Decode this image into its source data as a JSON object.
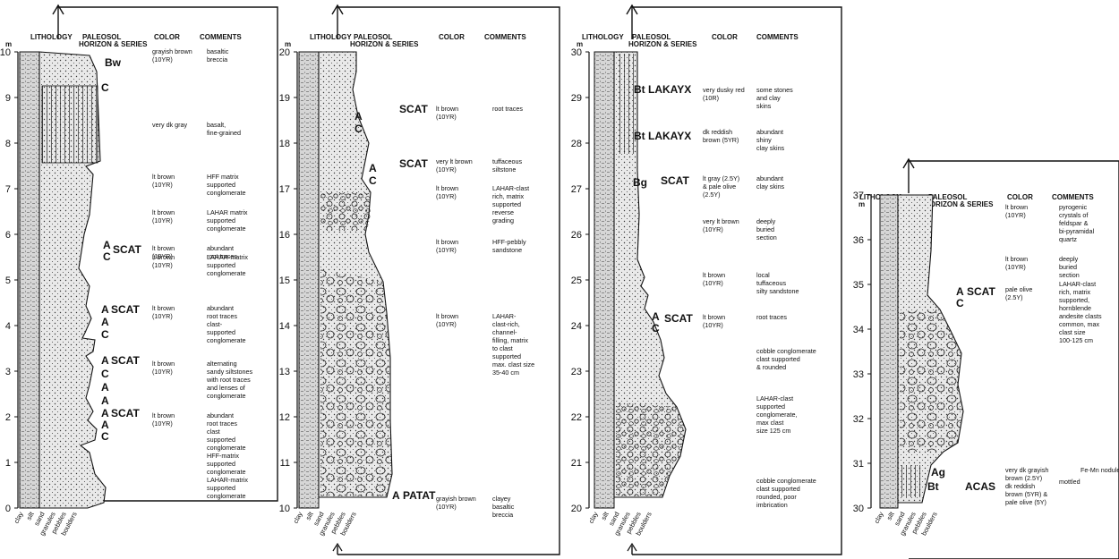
{
  "colors": {
    "ink": "#111111",
    "paper": "#ffffff",
    "fill": "#e9e9e9",
    "lithfill": "#dcdcdc"
  },
  "headers": {
    "lithology": "LITHOLOGY",
    "paleosol": "PALEOSOL",
    "horizon": "HORIZON & SERIES",
    "color": "COLOR",
    "comments": "COMMENTS",
    "unit": "m"
  },
  "grain_sizes": [
    "clay",
    "silt",
    "sand",
    "granules",
    "pebbles",
    "boulders"
  ],
  "sections": [
    {
      "ticks": [
        "10",
        "9",
        "8",
        "7",
        "6",
        "5",
        "4",
        "3",
        "2",
        "1",
        "0"
      ],
      "horizons": [
        {
          "text": "Bw"
        },
        {
          "text": "C"
        },
        {
          "text": "A"
        },
        {
          "text": "C"
        },
        {
          "text": "SCAT"
        },
        {
          "text": "A"
        },
        {
          "text": "A"
        },
        {
          "text": "C"
        },
        {
          "text": "SCAT"
        },
        {
          "text": "A"
        },
        {
          "text": "C"
        },
        {
          "text": "A"
        },
        {
          "text": "A"
        },
        {
          "text": "SCAT"
        },
        {
          "text": "A"
        },
        {
          "text": "A"
        },
        {
          "text": "C"
        },
        {
          "text": "SCAT"
        }
      ],
      "colors": [
        [
          "grayish brown",
          "(10YR)"
        ],
        [
          "very dk gray"
        ],
        [
          "lt brown",
          "(10YR)"
        ],
        [
          "lt brown",
          "(10YR)"
        ],
        [
          "lt brown",
          "(10YR)"
        ],
        [
          "lt brown",
          "(10YR)"
        ],
        [
          "lt brown",
          "(10YR)"
        ],
        [
          "lt brown",
          "(10YR)"
        ],
        [
          "lt brown",
          "(10YR)"
        ]
      ],
      "comments": [
        [
          "basaltic",
          "breccia"
        ],
        [
          "basalt,",
          "fine-grained"
        ],
        [
          "HFF matrix",
          "supported",
          "conglomerate"
        ],
        [
          "LAHAR matrix",
          "supported",
          "conglomerate"
        ],
        [
          "abundant",
          "root traces"
        ],
        [
          "LAHAR-matrix",
          "supported",
          "conglomerate"
        ],
        [
          "abundant",
          "root traces",
          "clast-",
          "supported",
          "conglomerate"
        ],
        [
          "alternating",
          "sandy siltstones",
          "with root traces",
          "and lenses of",
          "conglomerate"
        ],
        [
          "abundant",
          "root traces",
          "clast",
          "supported",
          "conglomerate",
          "HFF-matrix",
          "supported",
          "conglomerate",
          "LAHAR-matrix",
          "supported",
          "conglomerate"
        ]
      ]
    },
    {
      "ticks": [
        "20",
        "19",
        "18",
        "17",
        "16",
        "15",
        "14",
        "13",
        "12",
        "11",
        "10"
      ],
      "horizons": [
        {
          "text": "SCAT"
        },
        {
          "text": "A"
        },
        {
          "text": "C"
        },
        {
          "text": "SCAT"
        },
        {
          "text": "A"
        },
        {
          "text": "C"
        },
        {
          "text": "A"
        },
        {
          "text": "PATAT"
        }
      ],
      "colors": [
        [
          "lt brown",
          "(10YR)"
        ],
        [
          "very lt brown",
          "(10YR)"
        ],
        [
          "lt brown",
          "(10YR)"
        ],
        [
          "lt brown",
          "(10YR)"
        ],
        [
          "lt brown",
          "(10YR)"
        ],
        [
          "grayish brown",
          "(10YR)"
        ]
      ],
      "comments": [
        [
          "root traces"
        ],
        [
          "tuffaceous",
          "siltstone"
        ],
        [
          "LAHAR-clast",
          "rich, matrix",
          "supported",
          "reverse",
          "grading"
        ],
        [
          "HFF-pebbly",
          "sandstone"
        ],
        [
          "LAHAR-",
          "clast-rich,",
          "channel-",
          "filling, matrix",
          "to clast",
          "supported",
          "max. clast size",
          "35-40 cm"
        ],
        [
          "clayey",
          "basaltic",
          "breccia"
        ]
      ]
    },
    {
      "ticks": [
        "30",
        "29",
        "28",
        "27",
        "26",
        "25",
        "24",
        "23",
        "22",
        "21",
        "20"
      ],
      "horizons": [
        {
          "text": "Bt LAKAYX"
        },
        {
          "text": "Bt LAKAYX"
        },
        {
          "text": "Bg"
        },
        {
          "text": "SCAT"
        },
        {
          "text": "A"
        },
        {
          "text": "C"
        },
        {
          "text": "SCAT"
        }
      ],
      "colors": [
        [
          "very dusky red",
          "(10R)"
        ],
        [
          "dk reddish",
          "brown (5YR)"
        ],
        [
          "lt gray (2.5Y)",
          "& pale olive",
          "(2.5Y)"
        ],
        [
          "very lt brown",
          "(10YR)"
        ],
        [
          "lt brown",
          "(10YR)"
        ],
        [
          "lt brown",
          "(10YR)"
        ]
      ],
      "comments": [
        [
          "some stones",
          "and clay",
          "skins"
        ],
        [
          "abundant",
          "shiny",
          "clay skins"
        ],
        [
          "abundant",
          "clay skins"
        ],
        [
          "deeply",
          "buried",
          "section"
        ],
        [
          "local",
          "tuffaceous",
          "silty sandstone"
        ],
        [
          "root traces"
        ],
        [
          "cobble conglomerate",
          "clast supported",
          "& rounded"
        ],
        [
          "LAHAR-clast",
          "supported",
          "conglomerate,",
          "max clast",
          "size 125 cm"
        ],
        [
          "cobble conglomerate",
          "clast supported",
          "rounded, poor",
          "imbrication"
        ]
      ]
    },
    {
      "ticks": [
        "37",
        "36",
        "35",
        "34",
        "33",
        "32",
        "31",
        "30"
      ],
      "horizons": [
        {
          "text": "A"
        },
        {
          "text": "C"
        },
        {
          "text": "SCAT"
        },
        {
          "text": "Ag"
        },
        {
          "text": "Bt"
        },
        {
          "text": "ACAS"
        }
      ],
      "colors": [
        [
          "lt brown",
          "(10YR)"
        ],
        [
          "lt brown",
          "(10YR)"
        ],
        [
          "pale olive",
          "(2.5Y)"
        ],
        [
          "very dk grayish",
          "brown (2.5Y)",
          "dk reddish",
          "brown (5YR) &",
          "pale olive (5Y)"
        ]
      ],
      "comments": [
        [
          "pyrogenic",
          "crystals of",
          "feldspar &",
          "bi-pyramidal",
          "quartz"
        ],
        [
          "deeply",
          "buried",
          "section"
        ],
        [
          "LAHAR-clast",
          "rich, matrix",
          "supported,",
          "hornblende",
          "andesite clasts",
          "common, max",
          "clast size",
          "100-125 cm"
        ],
        [
          "Fe-Mn nodules"
        ],
        [
          "mottled"
        ]
      ]
    }
  ]
}
